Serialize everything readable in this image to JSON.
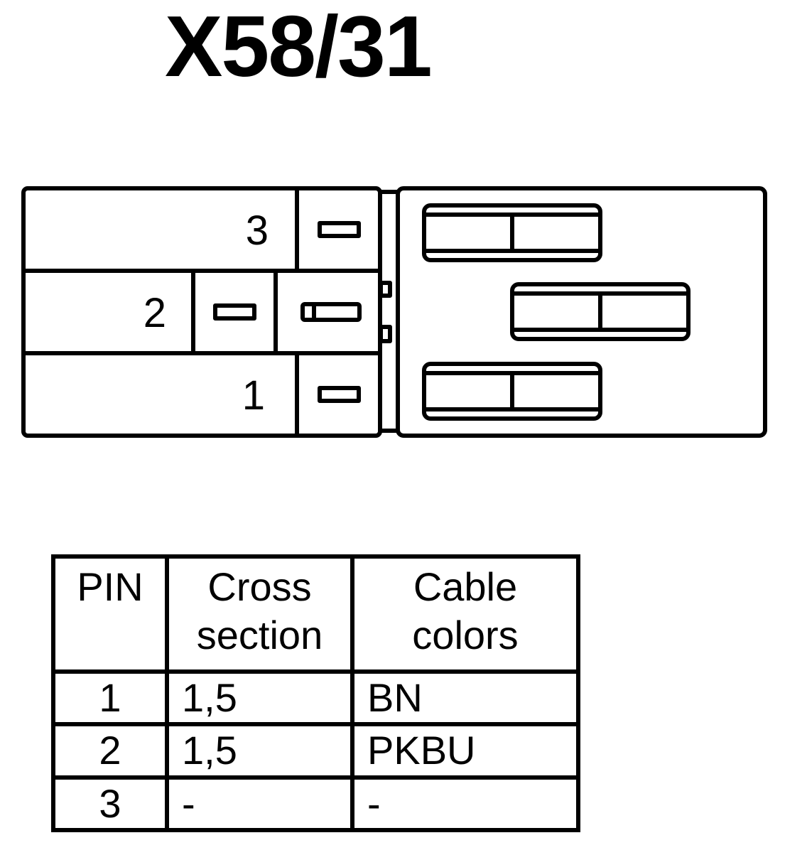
{
  "connector": {
    "name": "X58/31",
    "pin_labels": [
      "3",
      "2",
      "1"
    ]
  },
  "table": {
    "headers": {
      "pin": "PIN",
      "cross_section": [
        "Cross",
        "section"
      ],
      "cable_colors": [
        "Cable",
        "colors"
      ]
    },
    "rows": [
      {
        "pin": "1",
        "cross_section": "1,5",
        "cable_color": "BN"
      },
      {
        "pin": "2",
        "cross_section": "1,5",
        "cable_color": "PKBU"
      },
      {
        "pin": "3",
        "cross_section": "-",
        "cable_color": "-"
      }
    ]
  }
}
